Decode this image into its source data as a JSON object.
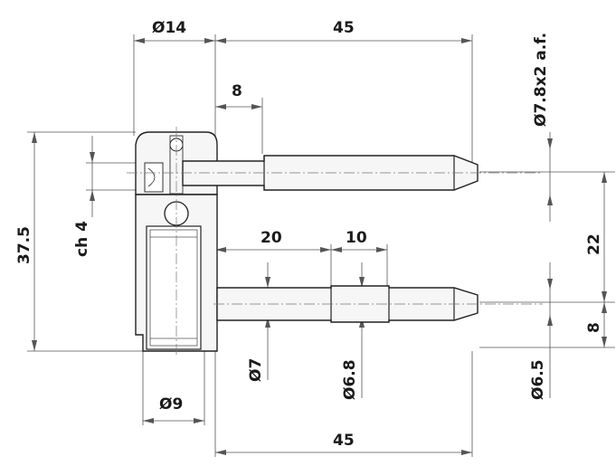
{
  "dimensions": {
    "d14": "Ø14",
    "len45_top": "45",
    "len8_top": "8",
    "af": "Ø7.8x2 a.f.",
    "h37_5": "37.5",
    "ch4": "ch 4",
    "len20": "20",
    "len10": "10",
    "v22": "22",
    "v8": "8",
    "d7": "Ø7",
    "d6_8": "Ø6.8",
    "d6_5": "Ø6.5",
    "d9": "Ø9",
    "len45_bottom": "45"
  }
}
